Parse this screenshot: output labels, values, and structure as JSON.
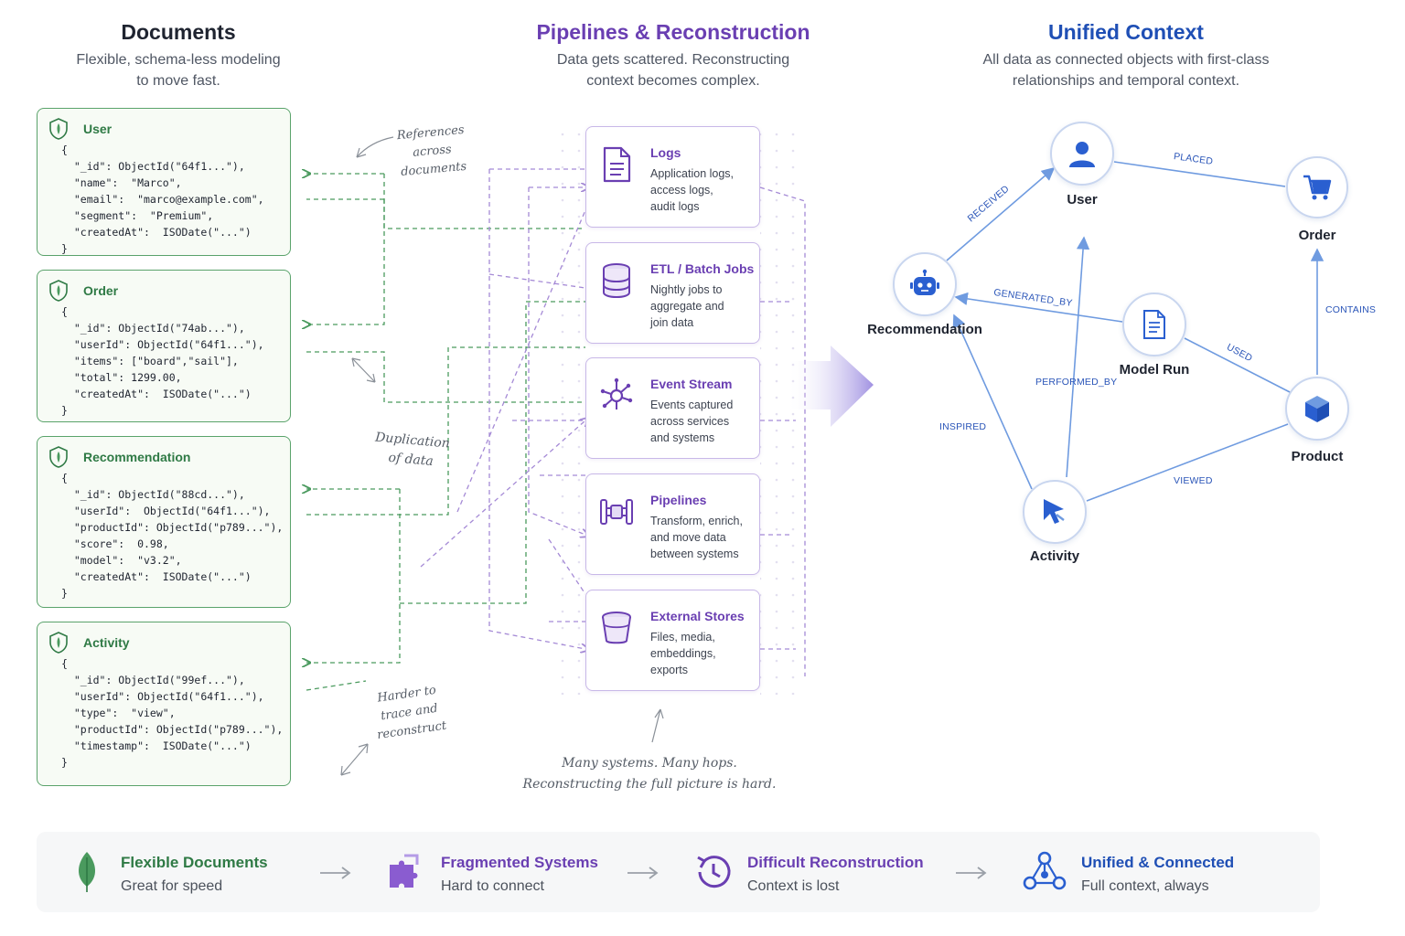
{
  "columns": {
    "documents": {
      "title": "Documents",
      "subtitle_1": "Flexible, schema-less modeling",
      "subtitle_2": "to move fast."
    },
    "pipelines": {
      "title": "Pipelines & Reconstruction",
      "subtitle_1": "Data gets scattered. Reconstructing",
      "subtitle_2": "context becomes complex."
    },
    "unified": {
      "title": "Unified Context",
      "subtitle_1": "All data as connected objects with first-class",
      "subtitle_2": "relationships and temporal context."
    }
  },
  "documents": [
    {
      "name": "User",
      "code": "{\n  \"_id\": ObjectId(\"64f1...\"),\n  \"name\":  \"Marco\",\n  \"email\":  \"marco@example.com\",\n  \"segment\":  \"Premium\",\n  \"createdAt\":  ISODate(\"...\")\n}"
    },
    {
      "name": "Order",
      "code": "{\n  \"_id\": ObjectId(\"74ab...\"),\n  \"userId\": ObjectId(\"64f1...\"),\n  \"items\": [\"board\",\"sail\"],\n  \"total\": 1299.00,\n  \"createdAt\":  ISODate(\"...\")\n}"
    },
    {
      "name": "Recommendation",
      "code": "{\n  \"_id\": ObjectId(\"88cd...\"),\n  \"userId\":  ObjectId(\"64f1...\"),\n  \"productId\": ObjectId(\"p789...\"),\n  \"score\":  0.98,\n  \"model\":  \"v3.2\",\n  \"createdAt\":  ISODate(\"...\")\n}"
    },
    {
      "name": "Activity",
      "code": "{\n  \"_id\": ObjectId(\"99ef...\"),\n  \"userId\": ObjectId(\"64f1...\"),\n  \"type\":  \"view\",\n  \"productId\": ObjectId(\"p789...\"),\n  \"timestamp\":  ISODate(\"...\")\n}"
    }
  ],
  "systems": [
    {
      "title": "Logs",
      "desc": "Application logs,\naccess logs,\naudit logs",
      "icon": "document-icon"
    },
    {
      "title": "ETL / Batch Jobs",
      "desc": "Nightly jobs to\naggregate and\njoin data",
      "icon": "database-icon"
    },
    {
      "title": "Event Stream",
      "desc": "Events captured\nacross services\nand systems",
      "icon": "event-stream-icon"
    },
    {
      "title": "Pipelines",
      "desc": "Transform, enrich,\nand move data\nbetween systems",
      "icon": "pipeline-icon"
    },
    {
      "title": "External Stores",
      "desc": "Files, media,\nembeddings,\nexports",
      "icon": "bucket-icon"
    }
  ],
  "annotations": {
    "references": "References\nacross\ndocuments",
    "duplication": "Duplication\nof data",
    "harder": "Harder to\ntrace and\nreconstruct",
    "many_systems_1": "Many systems. Many hops.",
    "many_systems_2": "Reconstructing the full picture is hard."
  },
  "graph": {
    "nodes": {
      "user": "User",
      "order": "Order",
      "recommendation": "Recommendation",
      "model_run": "Model Run",
      "product": "Product",
      "activity": "Activity"
    },
    "edges": {
      "placed": "PLACED",
      "received": "RECEIVED",
      "generated_by": "GENERATED_BY",
      "contains": "CONTAINS",
      "used": "USED",
      "performed_by": "PERFORMED_BY",
      "inspired": "INSPIRED",
      "viewed": "VIEWED"
    }
  },
  "footer": [
    {
      "title": "Flexible Documents",
      "sub": "Great for speed",
      "color": "#2f7a45",
      "icon": "leaf-icon"
    },
    {
      "title": "Fragmented Systems",
      "sub": "Hard to connect",
      "color": "#6a3fb2",
      "icon": "puzzle-icon"
    },
    {
      "title": "Difficult Reconstruction",
      "sub": "Context is lost",
      "color": "#6a3fb2",
      "icon": "history-icon"
    },
    {
      "title": "Unified & Connected",
      "sub": "Full context, always",
      "color": "#1f4fb5",
      "icon": "network-icon"
    }
  ],
  "colors": {
    "green": "#2f7a45",
    "purple": "#6a3fb2",
    "blue": "#1f4fb5",
    "edge_blue": "#6f9be0"
  }
}
